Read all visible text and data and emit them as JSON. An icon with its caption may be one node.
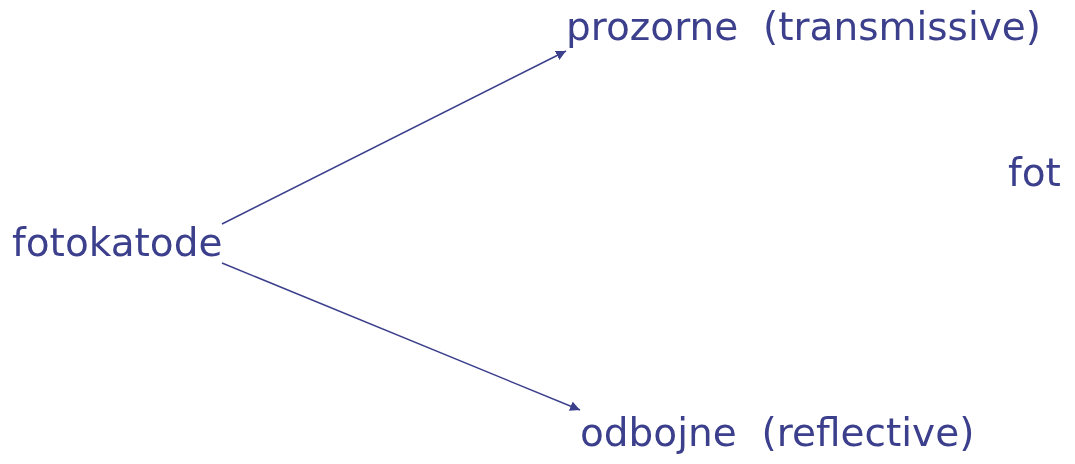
{
  "diagram": {
    "nodes": [
      {
        "text": [
          "fotokatode"
        ]
      },
      {
        "text": [
          "prozorne  (transmissive)"
        ]
      },
      {
        "text": [
          "odbojne  (reflective)"
        ]
      }
    ],
    "edges": [
      {
        "from": 0,
        "to": 1,
        "arrow": "to"
      },
      {
        "from": 0,
        "to": 2,
        "arrow": "to"
      }
    ],
    "labels": [
      "fot"
    ]
  }
}
